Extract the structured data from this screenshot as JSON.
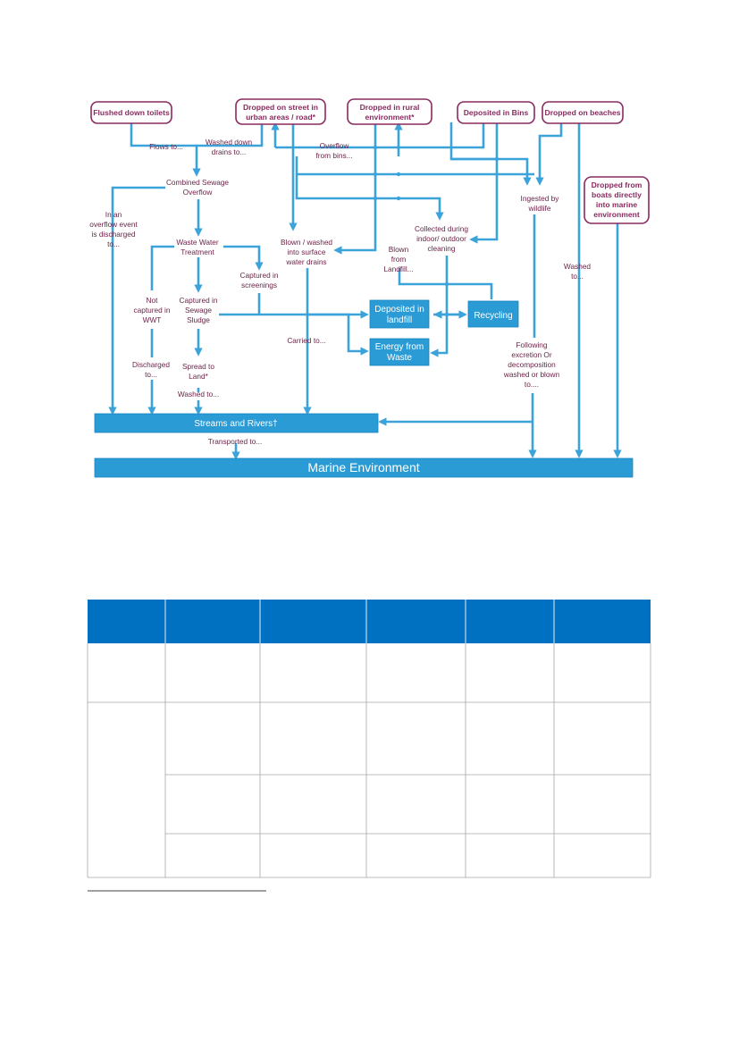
{
  "diagram": {
    "sources": {
      "flushed": "Flushed down toilets",
      "street_1": "Dropped on street in",
      "street_2": "urban areas / road*",
      "rural_1": "Dropped in rural",
      "rural_2": "environment*",
      "bins": "Deposited in Bins",
      "beaches": "Dropped on beaches",
      "boats_1": "Dropped from",
      "boats_2": "boats directly",
      "boats_3": "into marine",
      "boats_4": "environment"
    },
    "nodes": {
      "cso_1": "Combined Sewage",
      "cso_2": "Overflow",
      "wwt_1": "Waste Water",
      "wwt_2": "Treatment",
      "not_captured_1": "Not",
      "not_captured_2": "captured in",
      "not_captured_3": "WWT",
      "sludge_1": "Captured in",
      "sludge_2": "Sewage",
      "sludge_3": "Sludge",
      "screenings_1": "Captured in",
      "screenings_2": "screenings",
      "spread_1": "Spread to",
      "spread_2": "Land*",
      "surface_1": "Blown / washed",
      "surface_2": "into surface",
      "surface_3": "water drains",
      "collected_1": "Collected during",
      "collected_2": "indoor/ outdoor",
      "collected_3": "cleaning",
      "wildlife_1": "Ingested by",
      "wildlife_2": "wildlife",
      "landfill_box_1": "Deposited in",
      "landfill_box_2": "landfill",
      "recycling_box": "Recycling",
      "energy_box_1": "Energy from",
      "energy_box_2": "Waste",
      "streams": "Streams and Rivers†",
      "marine": "Marine Environment"
    },
    "labels": {
      "flows_to": "Flows to...",
      "washed_drains_1": "Washed down",
      "washed_drains_2": "drains to...",
      "overflow_bins_1": "Overflow",
      "overflow_bins_2": "from bins...",
      "overflow_event_1": "In an",
      "overflow_event_2": "overflow event",
      "overflow_event_3": "is discharged",
      "overflow_event_4": "to...",
      "blown_landfill_1": "Blown",
      "blown_landfill_2": "from",
      "blown_landfill_3": "Landfill...",
      "washed_to_beach_1": "Washed",
      "washed_to_beach_2": "to...",
      "carried_to": "Carried to...",
      "discharged_1": "Discharged",
      "discharged_2": "to...",
      "washed_to": "Washed to...",
      "excretion_1": "Following",
      "excretion_2": "excretion Or",
      "excretion_3": "decomposition",
      "excretion_4": "washed or blown",
      "excretion_5": "to....",
      "transported_to": "Transported to..."
    }
  },
  "colors": {
    "arrow": "#3ba3d9",
    "source_border": "#8a2a5f",
    "label_text": "#6b2448",
    "box_fill": "#2a9bd5",
    "table_header": "#0070c0"
  }
}
